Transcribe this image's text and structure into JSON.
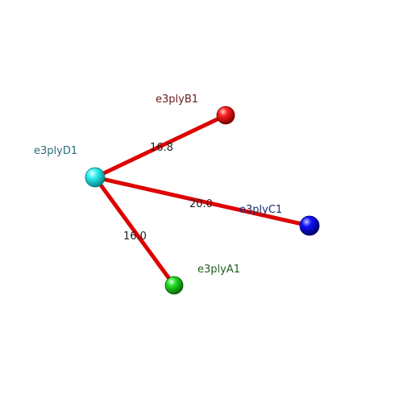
{
  "atoms": [
    {
      "id": "D1",
      "label": "e3plyD1",
      "color": "#00e5e5",
      "label_color": "#2a6f78"
    },
    {
      "id": "B1",
      "label": "e3plyB1",
      "color": "#ff1a1a",
      "label_color": "#6b1a1a"
    },
    {
      "id": "C1",
      "label": "e3plyC1",
      "color": "#1a1aff",
      "label_color": "#1a2a6b"
    },
    {
      "id": "A1",
      "label": "e3plyA1",
      "color": "#22dd22",
      "label_color": "#1f5f1f"
    }
  ],
  "bonds": [
    {
      "from": "D1",
      "to": "B1",
      "distance": "16.8"
    },
    {
      "from": "D1",
      "to": "C1",
      "distance": "20.0"
    },
    {
      "from": "D1",
      "to": "A1",
      "distance": "16.0"
    }
  ],
  "bond_color": "#dd0000",
  "distance_label_color": "#222222"
}
